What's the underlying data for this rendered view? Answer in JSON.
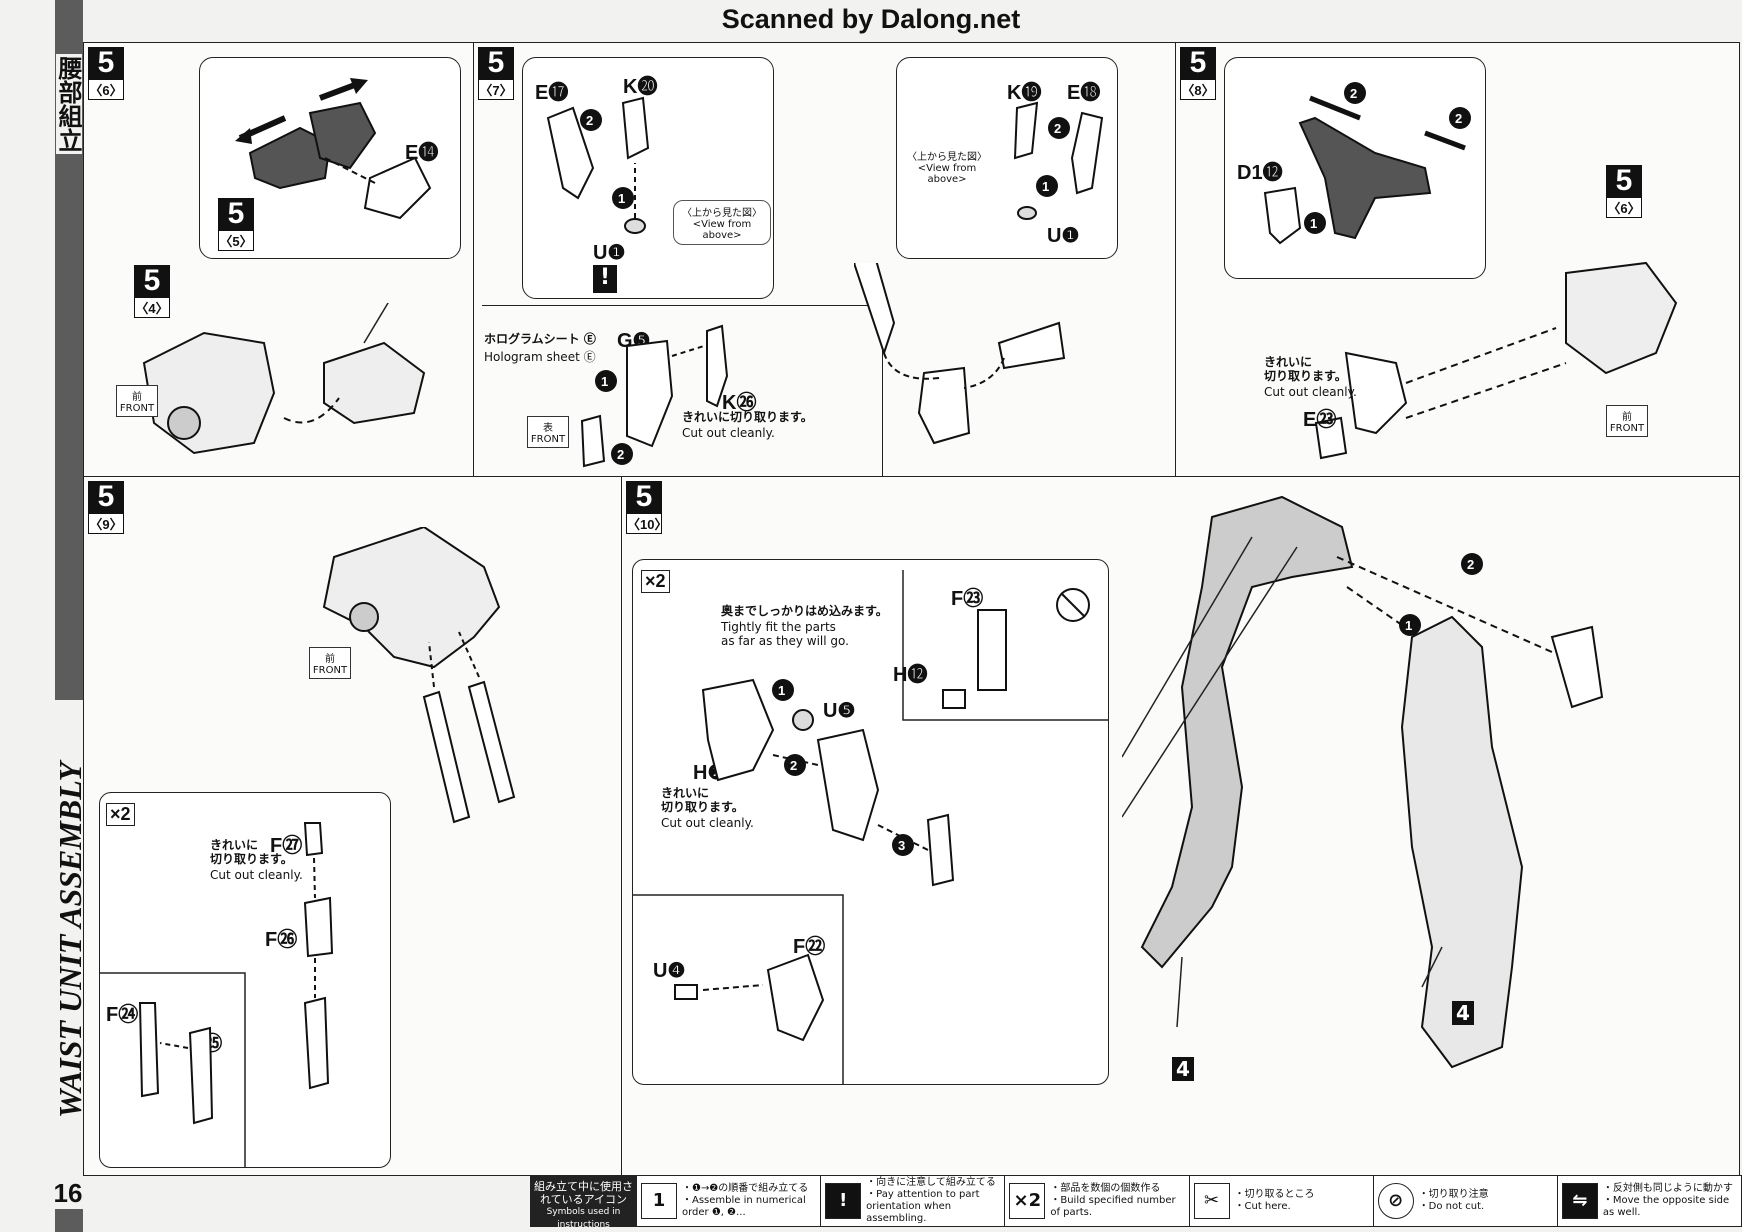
{
  "header": {
    "watermark": "Scanned by Dalong.net"
  },
  "sidebar": {
    "jp_title": "腰部組立",
    "en_title": "WAIST UNIT ASSEMBLY",
    "page_number": "16"
  },
  "common": {
    "step": "5",
    "front_jp": "前",
    "front_en": "FRONT",
    "view_jp": "〈上から見た図〉",
    "view_en": "<View from above>",
    "cut_jp_a": "きれいに",
    "cut_jp_b": "切り取ります。",
    "cut_jp_full": "きれいに切り取ります。",
    "cut_en": "Cut out cleanly.",
    "x2": "×2"
  },
  "p6": {
    "sub": "〈6〉",
    "inner_sub": "〈5〉",
    "lower_sub": "〈4〉",
    "part": "E⓮"
  },
  "p7": {
    "sub": "〈7〉",
    "e17": "E⓱",
    "k20": "K⓴",
    "u1": "U❶",
    "k19": "K⓳",
    "e18": "E⓲",
    "holo_jp": "ホログラムシート",
    "holo_en": "Hologram sheet",
    "g5": "G❺",
    "k26": "K㉖",
    "omote": "表"
  },
  "p8": {
    "sub": "〈8〉",
    "d1": "D1⓬",
    "e23": "E㉓",
    "inner_sub": "〈6〉"
  },
  "p9": {
    "sub": "〈9〉",
    "f27": "F㉗",
    "f26": "F㉖",
    "f24": "F㉔",
    "f25": "F㉕"
  },
  "p10": {
    "sub": "〈10〉",
    "fit_jp": "奥までしっかりはめ込みます。",
    "fit_en1": "Tightly fit the parts",
    "fit_en2": "as far as they will go.",
    "u5": "U❺",
    "h2": "H❷",
    "f23": "F㉓",
    "h12": "H⓬",
    "u4": "U❹",
    "f22": "F㉒",
    "c4": "4"
  },
  "legend": {
    "title_jp": "組み立て中に使用されているアイコン",
    "title_en": "Symbols used in instructions",
    "items": [
      {
        "icon": "1",
        "jp": "・❶→❷の順番で組み立てる",
        "en": "・Assemble in numerical order ❶, ❷..."
      },
      {
        "icon": "!",
        "jp": "・向きに注意して組み立てる",
        "en": "・Pay attention to part orientation when assembling."
      },
      {
        "icon": "×2",
        "jp": "・部品を数個の個数作る",
        "en": "・Build specified number of parts."
      },
      {
        "icon": "✂",
        "jp": "・切り取るところ",
        "en": "・Cut here."
      },
      {
        "icon": "⊘",
        "jp": "・切り取り注意",
        "en": "・Do not cut."
      },
      {
        "icon": "⇋",
        "jp": "・反対側も同じように動かす",
        "en": "・Move the opposite side as well."
      }
    ]
  }
}
